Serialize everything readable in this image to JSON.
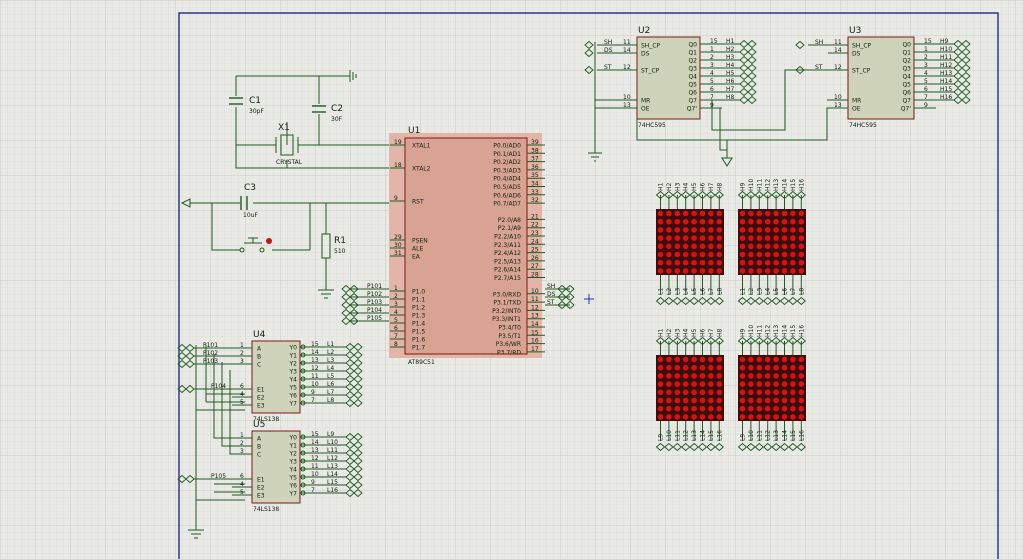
{
  "colors": {
    "background": "#e9e9e6",
    "grid_minor": "#d6d6d2",
    "grid_major": "#c4c4c0",
    "border": "#1f2d86",
    "wire": "#1f5b1f",
    "chip_fill": "#cfd3b9",
    "chip_stroke": "#7a1a1a",
    "mcu_fill": "#d9a394",
    "led_on": "#dd1010",
    "led_bg": "#3a0e0e",
    "text": "#102010"
  },
  "crystal": {
    "c1": {
      "ref": "C1",
      "value": "30pF"
    },
    "c2": {
      "ref": "C2",
      "value": "30F"
    },
    "x1": {
      "ref": "X1",
      "value": "CRYSTAL"
    }
  },
  "reset": {
    "c3": {
      "ref": "C3",
      "value": "10uF"
    },
    "r1": {
      "ref": "R1",
      "value": "510"
    }
  },
  "u1": {
    "ref": "U1",
    "part": "AT89C51",
    "left_pins": [
      {
        "name": "XTAL1",
        "num": "19"
      },
      {
        "name": "XTAL2",
        "num": "18"
      },
      {
        "name": "RST",
        "num": "9"
      },
      {
        "name": "PSEN",
        "num": "29"
      },
      {
        "name": "ALE",
        "num": "30"
      },
      {
        "name": "EA",
        "num": "31"
      },
      {
        "name": "P1.0",
        "num": "1"
      },
      {
        "name": "P1.1",
        "num": "2"
      },
      {
        "name": "P1.2",
        "num": "3"
      },
      {
        "name": "P1.3",
        "num": "4"
      },
      {
        "name": "P1.4",
        "num": "5"
      },
      {
        "name": "P1.5",
        "num": "6"
      },
      {
        "name": "P1.6",
        "num": "7"
      },
      {
        "name": "P1.7",
        "num": "8"
      }
    ],
    "right_pins": [
      {
        "name": "P0.0/AD0",
        "num": "39"
      },
      {
        "name": "P0.1/AD1",
        "num": "38"
      },
      {
        "name": "P0.2/AD2",
        "num": "37"
      },
      {
        "name": "P0.3/AD3",
        "num": "36"
      },
      {
        "name": "P0.4/AD4",
        "num": "35"
      },
      {
        "name": "P0.5/AD5",
        "num": "34"
      },
      {
        "name": "P0.6/AD6",
        "num": "33"
      },
      {
        "name": "P0.7/AD7",
        "num": "32"
      },
      {
        "name": "P2.0/A8",
        "num": "21"
      },
      {
        "name": "P2.1/A9",
        "num": "22"
      },
      {
        "name": "P2.2/A10",
        "num": "23"
      },
      {
        "name": "P2.3/A11",
        "num": "24"
      },
      {
        "name": "P2.4/A12",
        "num": "25"
      },
      {
        "name": "P2.5/A13",
        "num": "26"
      },
      {
        "name": "P2.6/A14",
        "num": "27"
      },
      {
        "name": "P2.7/A15",
        "num": "28"
      },
      {
        "name": "P3.0/RXD",
        "num": "10"
      },
      {
        "name": "P3.1/TXD",
        "num": "11"
      },
      {
        "name": "P3.2/INT0",
        "num": "12"
      },
      {
        "name": "P3.3/INT1",
        "num": "13"
      },
      {
        "name": "P3.4/T0",
        "num": "14"
      },
      {
        "name": "P3.5/T1",
        "num": "15"
      },
      {
        "name": "P3.6/WR",
        "num": "16"
      },
      {
        "name": "P3.7/RD",
        "num": "17"
      }
    ],
    "p1_nets": [
      "P101",
      "P102",
      "P103",
      "P104",
      "P105"
    ],
    "p3_nets": [
      "SH",
      "DS",
      "ST"
    ]
  },
  "u2": {
    "ref": "U2",
    "part": "74HC595",
    "left_pins": [
      {
        "name": "SH_CP",
        "num": "11",
        "net": "SH"
      },
      {
        "name": "DS",
        "num": "14",
        "net": "DS"
      },
      {
        "name": "ST_CP",
        "num": "12",
        "net": "ST"
      },
      {
        "name": "MR",
        "num": "10",
        "net": ""
      },
      {
        "name": "OE",
        "num": "13",
        "net": ""
      }
    ],
    "right_pins": [
      {
        "name": "Q0",
        "num": "15",
        "net": "H1"
      },
      {
        "name": "Q1",
        "num": "1",
        "net": "H2"
      },
      {
        "name": "Q2",
        "num": "2",
        "net": "H3"
      },
      {
        "name": "Q3",
        "num": "3",
        "net": "H4"
      },
      {
        "name": "Q4",
        "num": "4",
        "net": "H5"
      },
      {
        "name": "Q5",
        "num": "5",
        "net": "H6"
      },
      {
        "name": "Q6",
        "num": "6",
        "net": "H7"
      },
      {
        "name": "Q7",
        "num": "7",
        "net": "H8"
      },
      {
        "name": "Q7'",
        "num": "9",
        "net": ""
      }
    ]
  },
  "u3": {
    "ref": "U3",
    "part": "74HC595",
    "left_pins": [
      {
        "name": "SH_CP",
        "num": "11",
        "net": "SH"
      },
      {
        "name": "DS",
        "num": "14",
        "net": ""
      },
      {
        "name": "ST_CP",
        "num": "12",
        "net": "ST"
      },
      {
        "name": "MR",
        "num": "10",
        "net": ""
      },
      {
        "name": "OE",
        "num": "13",
        "net": ""
      }
    ],
    "right_pins": [
      {
        "name": "Q0",
        "num": "15",
        "net": "H9"
      },
      {
        "name": "Q1",
        "num": "1",
        "net": "H10"
      },
      {
        "name": "Q2",
        "num": "2",
        "net": "H11"
      },
      {
        "name": "Q3",
        "num": "3",
        "net": "H12"
      },
      {
        "name": "Q4",
        "num": "4",
        "net": "H13"
      },
      {
        "name": "Q5",
        "num": "5",
        "net": "H14"
      },
      {
        "name": "Q6",
        "num": "6",
        "net": "H15"
      },
      {
        "name": "Q7",
        "num": "7",
        "net": "H16"
      },
      {
        "name": "Q7'",
        "num": "9",
        "net": ""
      }
    ]
  },
  "u4": {
    "ref": "U4",
    "part": "74LS138",
    "inputs": [
      {
        "name": "A",
        "num": "1",
        "net": "P101"
      },
      {
        "name": "B",
        "num": "2",
        "net": "P102"
      },
      {
        "name": "C",
        "num": "3",
        "net": "P103"
      },
      {
        "name": "E1",
        "num": "6",
        "net": "P104"
      },
      {
        "name": "E2",
        "num": "4",
        "net": ""
      },
      {
        "name": "E3",
        "num": "5",
        "net": ""
      }
    ],
    "outputs": [
      {
        "name": "Y0",
        "num": "15",
        "net": "L1"
      },
      {
        "name": "Y1",
        "num": "14",
        "net": "L2"
      },
      {
        "name": "Y2",
        "num": "13",
        "net": "L3"
      },
      {
        "name": "Y3",
        "num": "12",
        "net": "L4"
      },
      {
        "name": "Y4",
        "num": "11",
        "net": "L5"
      },
      {
        "name": "Y5",
        "num": "10",
        "net": "L6"
      },
      {
        "name": "Y6",
        "num": "9",
        "net": "L7"
      },
      {
        "name": "Y7",
        "num": "7",
        "net": "L8"
      }
    ]
  },
  "u5": {
    "ref": "U5",
    "part": "74LS138",
    "inputs": [
      {
        "name": "A",
        "num": "1",
        "net": ""
      },
      {
        "name": "B",
        "num": "2",
        "net": ""
      },
      {
        "name": "C",
        "num": "3",
        "net": ""
      },
      {
        "name": "E1",
        "num": "6",
        "net": "P105"
      },
      {
        "name": "E2",
        "num": "4",
        "net": ""
      },
      {
        "name": "E3",
        "num": "5",
        "net": ""
      }
    ],
    "outputs": [
      {
        "name": "Y0",
        "num": "15",
        "net": "L9"
      },
      {
        "name": "Y1",
        "num": "14",
        "net": "L10"
      },
      {
        "name": "Y2",
        "num": "13",
        "net": "L11"
      },
      {
        "name": "Y3",
        "num": "12",
        "net": "L12"
      },
      {
        "name": "Y4",
        "num": "11",
        "net": "L13"
      },
      {
        "name": "Y5",
        "num": "10",
        "net": "L14"
      },
      {
        "name": "Y6",
        "num": "9",
        "net": "L15"
      },
      {
        "name": "Y7",
        "num": "7",
        "net": "L16"
      }
    ]
  },
  "matrices": [
    {
      "top": [
        "H1",
        "H2",
        "H3",
        "H4",
        "H5",
        "H6",
        "H7",
        "H8"
      ],
      "bottom": [
        "L1",
        "L2",
        "L3",
        "L4",
        "L5",
        "L6",
        "L7",
        "L8"
      ]
    },
    {
      "top": [
        "H9",
        "H10",
        "H11",
        "H12",
        "H13",
        "H14",
        "H15",
        "H16"
      ],
      "bottom": [
        "L1",
        "L2",
        "L3",
        "L4",
        "L5",
        "L6",
        "L7",
        "L8"
      ]
    },
    {
      "top": [
        "H1",
        "H2",
        "H3",
        "H4",
        "H5",
        "H6",
        "H7",
        "H8"
      ],
      "bottom": [
        "L9",
        "L10",
        "L11",
        "L12",
        "L13",
        "L14",
        "L15",
        "L16"
      ]
    },
    {
      "top": [
        "H9",
        "H10",
        "H11",
        "H12",
        "H13",
        "H14",
        "H15",
        "H16"
      ],
      "bottom": [
        "L9",
        "L10",
        "L11",
        "L12",
        "L13",
        "L14",
        "L15",
        "L16"
      ]
    }
  ]
}
